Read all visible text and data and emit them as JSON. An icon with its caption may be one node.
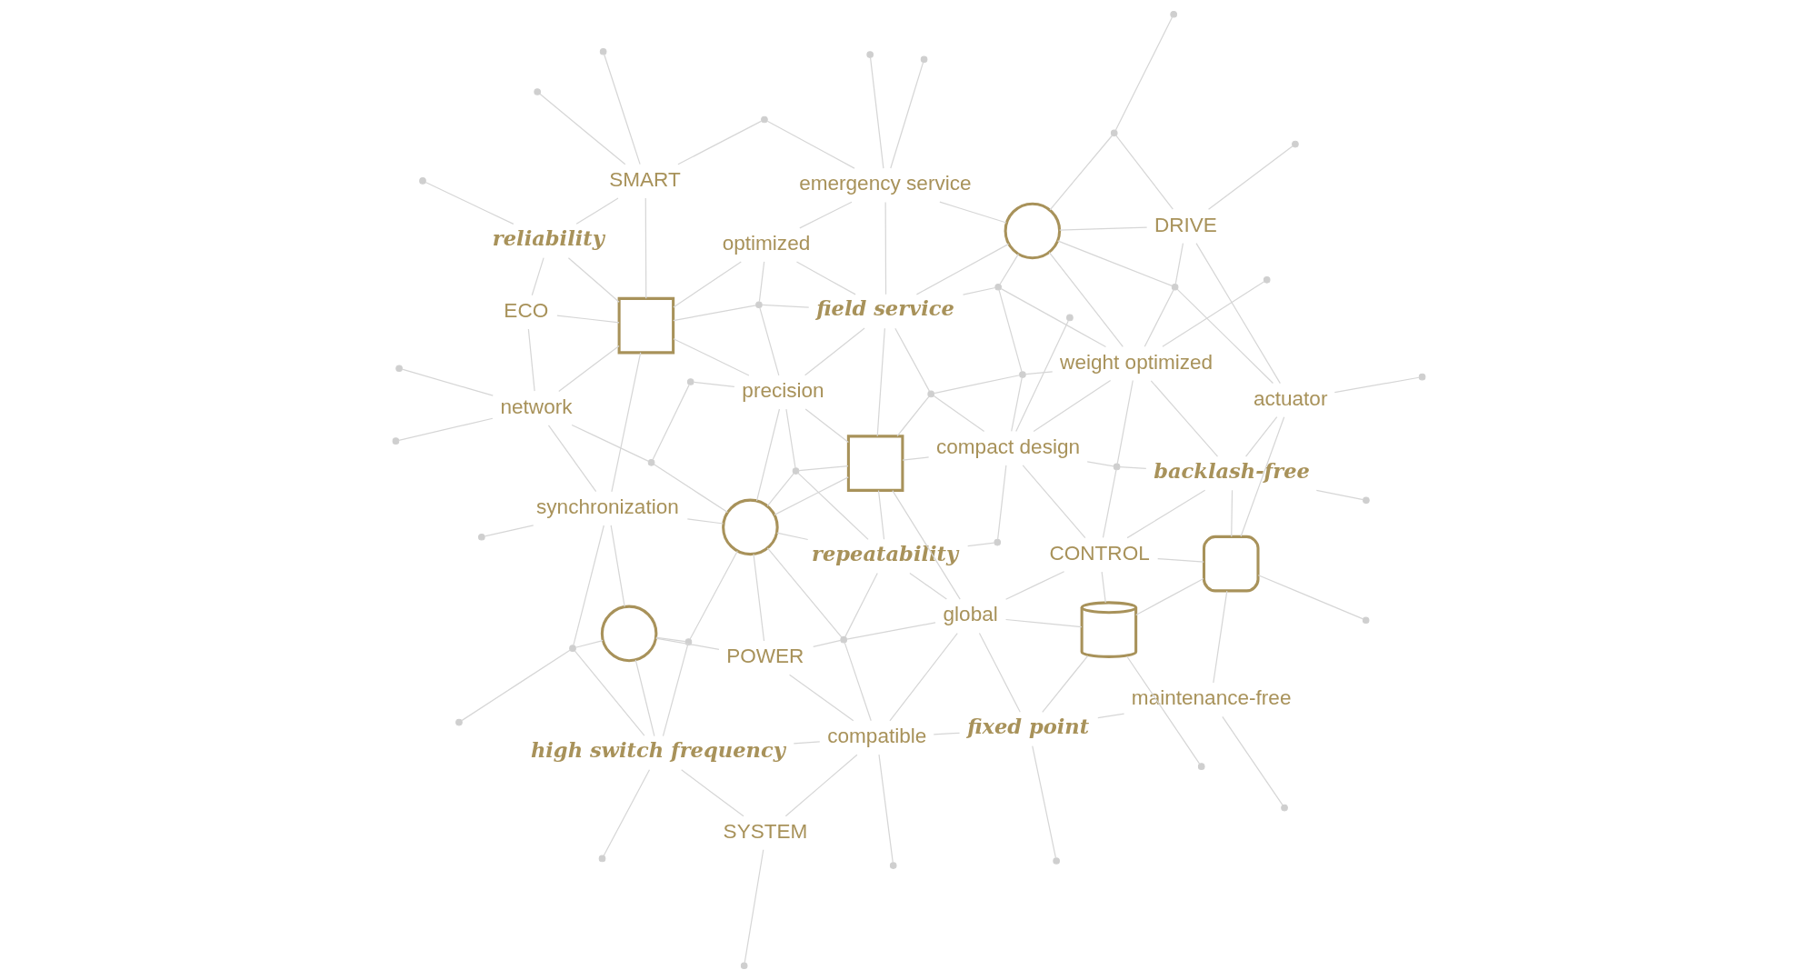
{
  "diagram": {
    "nodes": [
      {
        "text": [
          "SYSTEM"
        ]
      },
      {
        "text": [
          "fixed point"
        ]
      },
      {
        "text": [
          "high switch frequency"
        ]
      },
      {
        "text": [
          "maintenance-free"
        ]
      },
      {
        "text": [
          "compatible"
        ]
      },
      {
        "text": [
          "POWER"
        ]
      },
      {
        "text": [
          "global"
        ]
      },
      {
        "text": [
          "repeatability"
        ]
      },
      {
        "text": [
          "synchronization"
        ]
      },
      {
        "text": [
          "CONTROL"
        ]
      },
      {
        "text": [
          "compact design"
        ]
      },
      {
        "text": [
          "network"
        ]
      },
      {
        "text": [
          "backlash-free"
        ]
      },
      {
        "text": [
          "precision"
        ]
      },
      {
        "text": [
          "weight optimized"
        ]
      },
      {
        "text": [
          "field service"
        ]
      },
      {
        "text": [
          "ECO"
        ]
      },
      {
        "text": [
          "actuator"
        ]
      },
      {
        "text": [
          "optimized"
        ]
      },
      {
        "text": [
          "SMART"
        ]
      },
      {
        "text": [
          "DRIVE"
        ]
      },
      {
        "text": [
          "reliability"
        ]
      },
      {
        "text": [
          "emergency service"
        ]
      },
      {
        "text": [],
        "shape": "box"
      },
      {
        "text": [],
        "shape": "cylinder"
      },
      {
        "text": [],
        "shape": "circle"
      },
      {
        "text": [],
        "shape": "ellipse"
      },
      {
        "text": [],
        "shape": "box"
      },
      {
        "text": [],
        "shape": "box"
      },
      {
        "text": [],
        "shape": "circle"
      },
      {
        "text": [],
        "shape": "circle"
      },
      {
        "text": [],
        "shape": "circle"
      },
      {
        "text": [],
        "shape": "circle"
      },
      {
        "text": [],
        "shape": "circle"
      },
      {
        "text": [],
        "shape": "circle"
      },
      {
        "text": [],
        "shape": "circle"
      },
      {
        "text": [],
        "shape": "circle"
      },
      {
        "text": [],
        "shape": "circle"
      },
      {
        "text": [],
        "shape": "circle"
      },
      {
        "text": [],
        "shape": "circle"
      },
      {
        "text": [],
        "shape": "circle"
      },
      {
        "text": [],
        "shape": "circle"
      },
      {
        "text": [],
        "shape": "circle"
      },
      {
        "text": [],
        "shape": "circle"
      },
      {
        "text": [],
        "shape": "circle"
      },
      {
        "text": [],
        "shape": "circle"
      },
      {
        "text": [],
        "shape": "circle"
      },
      {
        "text": [],
        "shape": "circle"
      },
      {
        "text": [],
        "shape": "circle"
      },
      {
        "text": [],
        "shape": "circle"
      },
      {
        "text": [],
        "shape": "circle"
      },
      {
        "text": [],
        "shape": "circle"
      },
      {
        "text": [],
        "shape": "circle"
      },
      {
        "text": [],
        "shape": "circle"
      },
      {
        "text": [],
        "shape": "circle"
      },
      {
        "text": [],
        "shape": "circle"
      },
      {
        "text": [],
        "shape": "circle"
      },
      {
        "text": [],
        "shape": "circle"
      },
      {
        "text": [],
        "shape": "circle"
      },
      {
        "text": [],
        "shape": "circle"
      },
      {
        "text": [],
        "shape": "circle"
      },
      {
        "text": [],
        "shape": "circle"
      },
      {
        "text": [],
        "shape": "circle"
      },
      {
        "text": [],
        "shape": "circle"
      },
      {
        "text": [],
        "shape": "circle"
      },
      {
        "text": [],
        "shape": "circle"
      },
      {
        "text": [],
        "shape": "circle"
      }
    ],
    "edges": [
      {
        "from": 0,
        "to": 44,
        "arrow": "none"
      },
      {
        "from": 0,
        "to": 2,
        "arrow": "none"
      },
      {
        "from": 0,
        "to": 4,
        "arrow": "none"
      },
      {
        "from": 45,
        "to": 2,
        "arrow": "none"
      },
      {
        "from": 1,
        "to": 3,
        "arrow": "none"
      },
      {
        "from": 1,
        "to": 47,
        "arrow": "none"
      },
      {
        "from": 1,
        "to": 24,
        "arrow": "none"
      },
      {
        "from": 1,
        "to": 6,
        "arrow": "none"
      },
      {
        "from": 1,
        "to": 4,
        "arrow": "none"
      },
      {
        "from": 46,
        "to": 4,
        "arrow": "none"
      },
      {
        "from": 48,
        "to": 3,
        "arrow": "none"
      },
      {
        "from": 3,
        "to": 23,
        "arrow": "none"
      },
      {
        "from": 49,
        "to": 23,
        "arrow": "none"
      },
      {
        "from": 4,
        "to": 2,
        "arrow": "none"
      },
      {
        "from": 4,
        "to": 5,
        "arrow": "none"
      },
      {
        "from": 4,
        "to": 6,
        "arrow": "none"
      },
      {
        "from": 4,
        "to": 30,
        "arrow": "none"
      },
      {
        "from": 30,
        "to": 5,
        "arrow": "none"
      },
      {
        "from": 30,
        "to": 6,
        "arrow": "none"
      },
      {
        "from": 30,
        "to": 7,
        "arrow": "none"
      },
      {
        "from": 30,
        "to": 26,
        "arrow": "none"
      },
      {
        "from": 2,
        "to": 25,
        "arrow": "none"
      },
      {
        "from": 2,
        "to": 31,
        "arrow": "none"
      },
      {
        "from": 2,
        "to": 50,
        "arrow": "none"
      },
      {
        "from": 50,
        "to": 51,
        "arrow": "none"
      },
      {
        "from": 50,
        "to": 25,
        "arrow": "none"
      },
      {
        "from": 50,
        "to": 8,
        "arrow": "none"
      },
      {
        "from": 31,
        "to": 25,
        "arrow": "none"
      },
      {
        "from": 31,
        "to": 26,
        "arrow": "none"
      },
      {
        "from": 5,
        "to": 25,
        "arrow": "none"
      },
      {
        "from": 5,
        "to": 26,
        "arrow": "none"
      },
      {
        "from": 25,
        "to": 8,
        "arrow": "none"
      },
      {
        "from": 53,
        "to": 8,
        "arrow": "none"
      },
      {
        "from": 8,
        "to": 26,
        "arrow": "none"
      },
      {
        "from": 8,
        "to": 28,
        "arrow": "none"
      },
      {
        "from": 8,
        "to": 11,
        "arrow": "none"
      },
      {
        "from": 6,
        "to": 24,
        "arrow": "none"
      },
      {
        "from": 6,
        "to": 9,
        "arrow": "none"
      },
      {
        "from": 6,
        "to": 7,
        "arrow": "none"
      },
      {
        "from": 6,
        "to": 27,
        "arrow": "none"
      },
      {
        "from": 24,
        "to": 23,
        "arrow": "none"
      },
      {
        "from": 52,
        "to": 24,
        "arrow": "none"
      },
      {
        "from": 24,
        "to": 9,
        "arrow": "none"
      },
      {
        "from": 23,
        "to": 9,
        "arrow": "none"
      },
      {
        "from": 23,
        "to": 17,
        "arrow": "none"
      },
      {
        "from": 23,
        "to": 12,
        "arrow": "none"
      },
      {
        "from": 9,
        "to": 10,
        "arrow": "none"
      },
      {
        "from": 9,
        "to": 32,
        "arrow": "none"
      },
      {
        "from": 9,
        "to": 12,
        "arrow": "none"
      },
      {
        "from": 7,
        "to": 33,
        "arrow": "none"
      },
      {
        "from": 33,
        "to": 10,
        "arrow": "none"
      },
      {
        "from": 7,
        "to": 27,
        "arrow": "none"
      },
      {
        "from": 7,
        "to": 26,
        "arrow": "none"
      },
      {
        "from": 7,
        "to": 34,
        "arrow": "none"
      },
      {
        "from": 34,
        "to": 13,
        "arrow": "none"
      },
      {
        "from": 27,
        "to": 34,
        "arrow": "none"
      },
      {
        "from": 34,
        "to": 26,
        "arrow": "none"
      },
      {
        "from": 54,
        "to": 10,
        "arrow": "none"
      },
      {
        "from": 10,
        "to": 32,
        "arrow": "none"
      },
      {
        "from": 10,
        "to": 27,
        "arrow": "none"
      },
      {
        "from": 10,
        "to": 14,
        "arrow": "none"
      },
      {
        "from": 10,
        "to": 35,
        "arrow": "none"
      },
      {
        "from": 35,
        "to": 36,
        "arrow": "none"
      },
      {
        "from": 36,
        "to": 29,
        "arrow": "none"
      },
      {
        "from": 10,
        "to": 37,
        "arrow": "none"
      },
      {
        "from": 37,
        "to": 15,
        "arrow": "none"
      },
      {
        "from": 32,
        "to": 12,
        "arrow": "none"
      },
      {
        "from": 32,
        "to": 14,
        "arrow": "none"
      },
      {
        "from": 55,
        "to": 12,
        "arrow": "none"
      },
      {
        "from": 12,
        "to": 14,
        "arrow": "none"
      },
      {
        "from": 12,
        "to": 17,
        "arrow": "none"
      },
      {
        "from": 56,
        "to": 14,
        "arrow": "none"
      },
      {
        "from": 14,
        "to": 35,
        "arrow": "none"
      },
      {
        "from": 35,
        "to": 37,
        "arrow": "none"
      },
      {
        "from": 37,
        "to": 27,
        "arrow": "none"
      },
      {
        "from": 14,
        "to": 36,
        "arrow": "none"
      },
      {
        "from": 36,
        "to": 15,
        "arrow": "none"
      },
      {
        "from": 14,
        "to": 29,
        "arrow": "none"
      },
      {
        "from": 14,
        "to": 38,
        "arrow": "none"
      },
      {
        "from": 27,
        "to": 26,
        "arrow": "none"
      },
      {
        "from": 27,
        "to": 13,
        "arrow": "none"
      },
      {
        "from": 27,
        "to": 15,
        "arrow": "none"
      },
      {
        "from": 26,
        "to": 13,
        "arrow": "none"
      },
      {
        "from": 26,
        "to": 39,
        "arrow": "none"
      },
      {
        "from": 39,
        "to": 11,
        "arrow": "none"
      },
      {
        "from": 13,
        "to": 43,
        "arrow": "none"
      },
      {
        "from": 43,
        "to": 39,
        "arrow": "none"
      },
      {
        "from": 11,
        "to": 28,
        "arrow": "none"
      },
      {
        "from": 11,
        "to": 57,
        "arrow": "none"
      },
      {
        "from": 11,
        "to": 58,
        "arrow": "none"
      },
      {
        "from": 11,
        "to": 16,
        "arrow": "none"
      },
      {
        "from": 13,
        "to": 28,
        "arrow": "none"
      },
      {
        "from": 13,
        "to": 15,
        "arrow": "none"
      },
      {
        "from": 13,
        "to": 40,
        "arrow": "none"
      },
      {
        "from": 40,
        "to": 18,
        "arrow": "none"
      },
      {
        "from": 15,
        "to": 40,
        "arrow": "none"
      },
      {
        "from": 40,
        "to": 28,
        "arrow": "none"
      },
      {
        "from": 28,
        "to": 18,
        "arrow": "none"
      },
      {
        "from": 28,
        "to": 16,
        "arrow": "none"
      },
      {
        "from": 28,
        "to": 19,
        "arrow": "none"
      },
      {
        "from": 28,
        "to": 21,
        "arrow": "none"
      },
      {
        "from": 19,
        "to": 59,
        "arrow": "none"
      },
      {
        "from": 19,
        "to": 21,
        "arrow": "none"
      },
      {
        "from": 19,
        "to": 41,
        "arrow": "none"
      },
      {
        "from": 41,
        "to": 22,
        "arrow": "none"
      },
      {
        "from": 19,
        "to": 60,
        "arrow": "none"
      },
      {
        "from": 16,
        "to": 21,
        "arrow": "none"
      },
      {
        "from": 21,
        "to": 61,
        "arrow": "none"
      },
      {
        "from": 15,
        "to": 29,
        "arrow": "none"
      },
      {
        "from": 15,
        "to": 22,
        "arrow": "none"
      },
      {
        "from": 18,
        "to": 15,
        "arrow": "none"
      },
      {
        "from": 18,
        "to": 22,
        "arrow": "none"
      },
      {
        "from": 22,
        "to": 29,
        "arrow": "none"
      },
      {
        "from": 62,
        "to": 22,
        "arrow": "none"
      },
      {
        "from": 22,
        "to": 63,
        "arrow": "none"
      },
      {
        "from": 17,
        "to": 38,
        "arrow": "none"
      },
      {
        "from": 38,
        "to": 29,
        "arrow": "none"
      },
      {
        "from": 20,
        "to": 38,
        "arrow": "none"
      },
      {
        "from": 29,
        "to": 20,
        "arrow": "none"
      },
      {
        "from": 29,
        "to": 42,
        "arrow": "none"
      },
      {
        "from": 20,
        "to": 42,
        "arrow": "none"
      },
      {
        "from": 42,
        "to": 64,
        "arrow": "none"
      },
      {
        "from": 65,
        "to": 20,
        "arrow": "none"
      },
      {
        "from": 20,
        "to": 17,
        "arrow": "none"
      },
      {
        "from": 66,
        "to": 17,
        "arrow": "none"
      }
    ]
  }
}
